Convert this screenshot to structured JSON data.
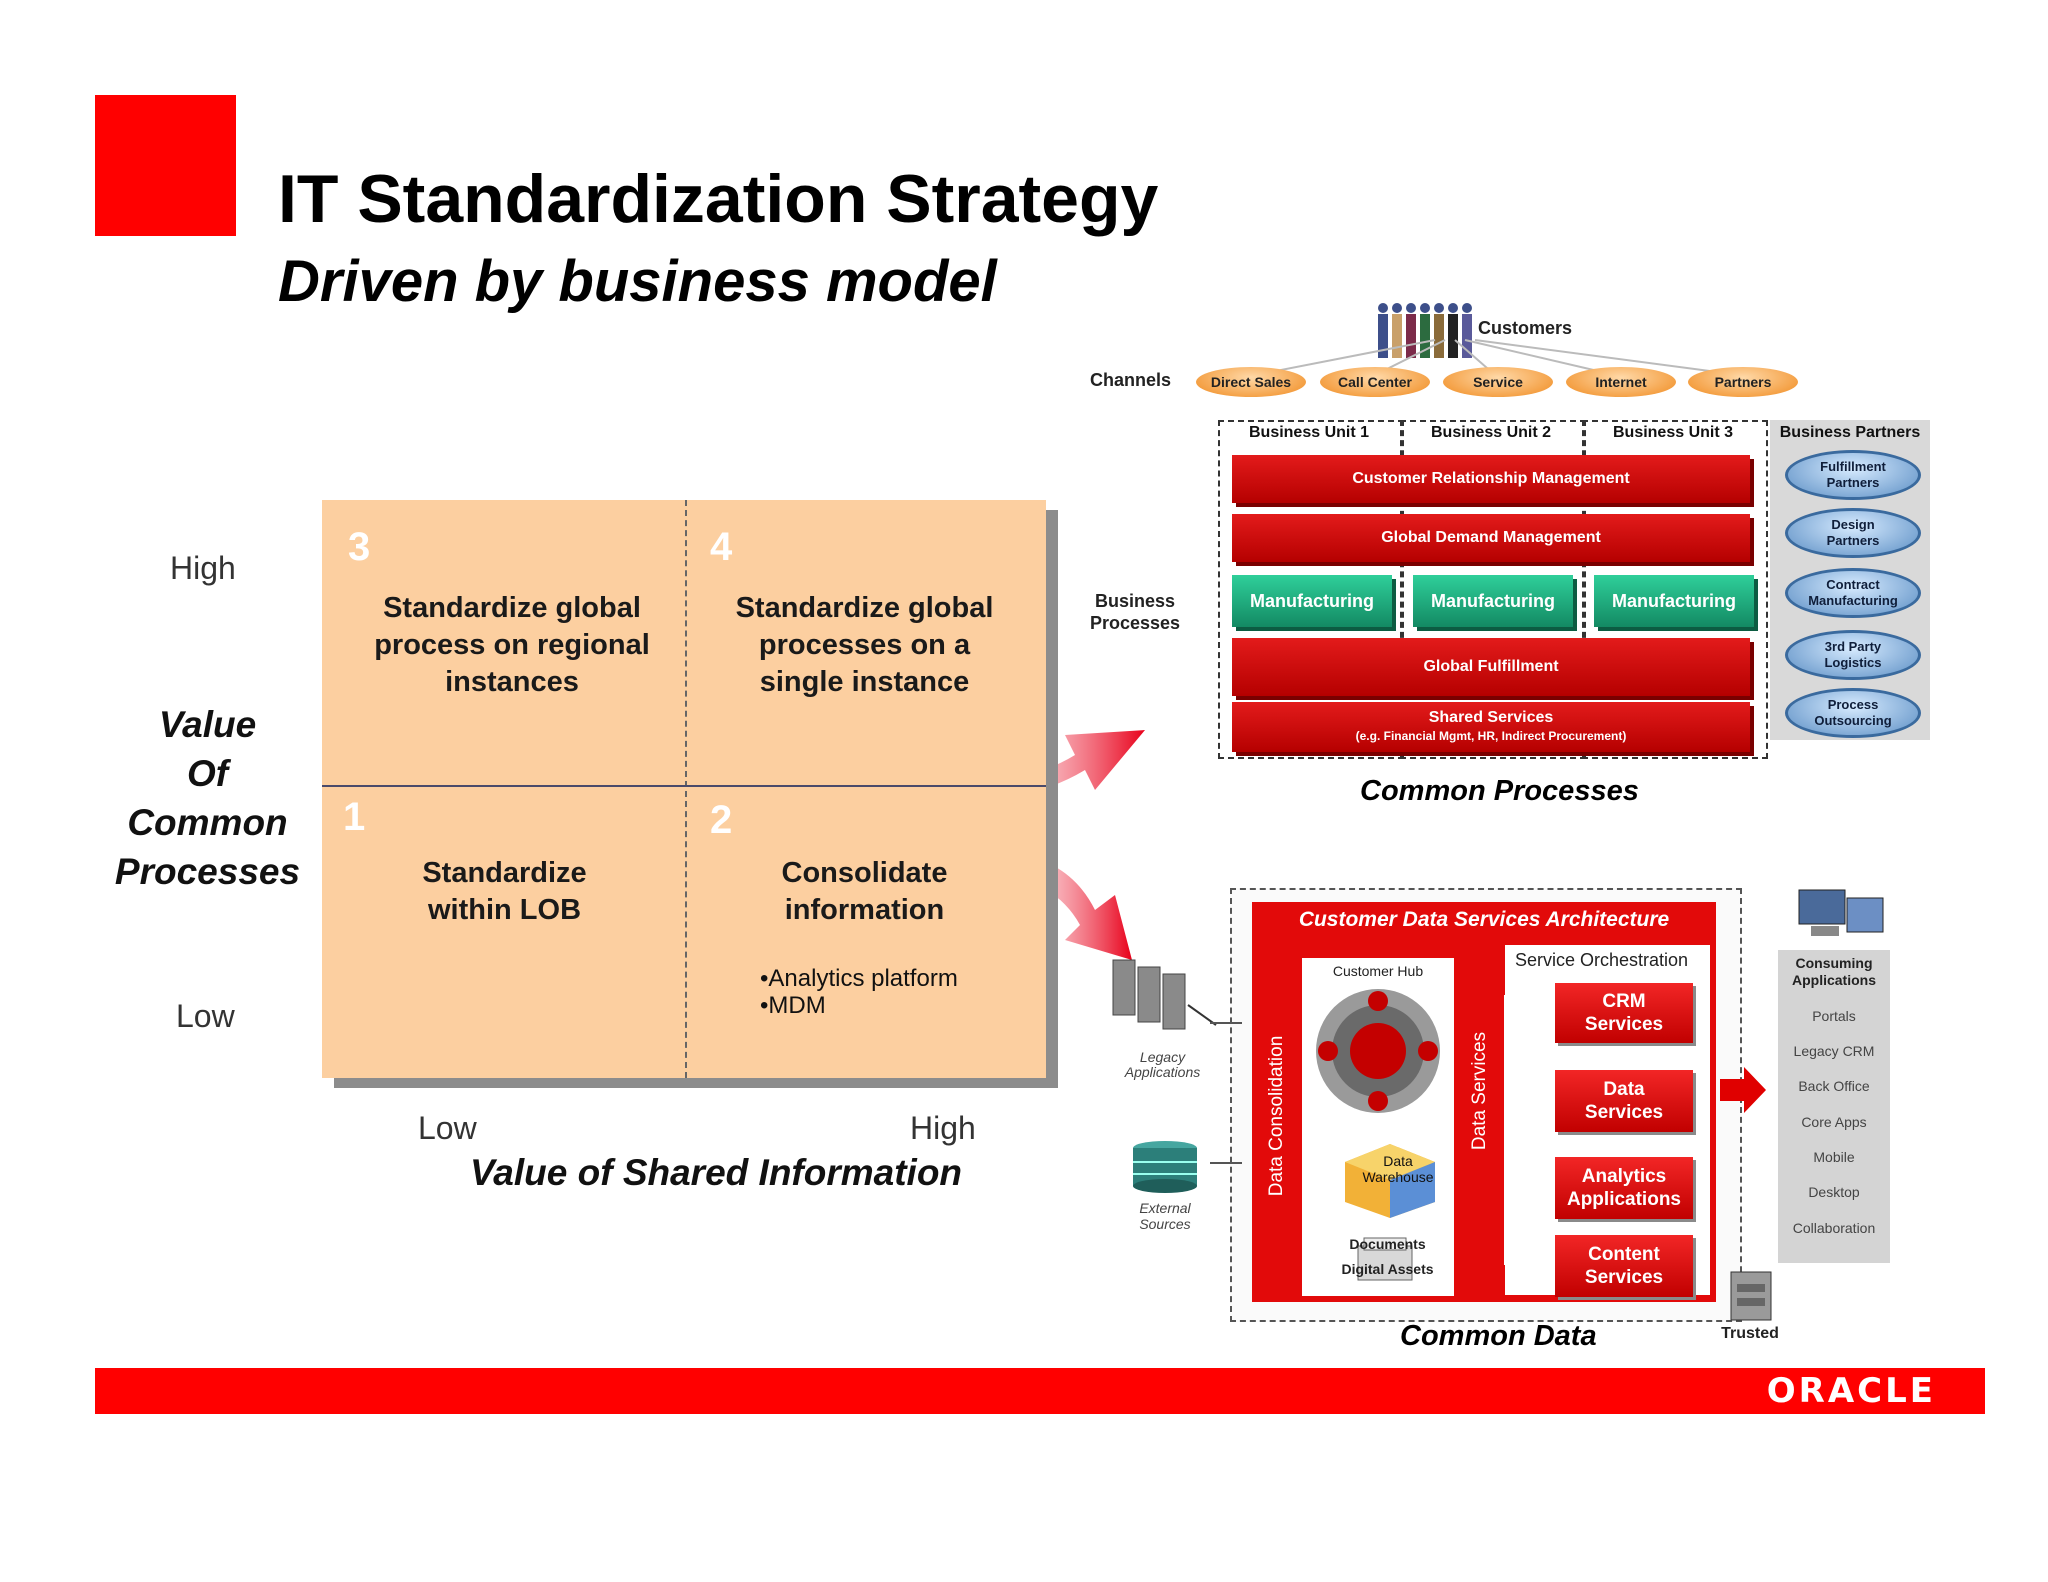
{
  "header": {
    "title": "IT Standardization Strategy",
    "subtitle": "Driven by business model"
  },
  "matrix": {
    "y_axis": {
      "high": "High",
      "low": "Low",
      "title_lines": [
        "Value",
        "Of",
        "Common",
        "Processes"
      ]
    },
    "x_axis": {
      "low": "Low",
      "high": "High",
      "title": "Value of Shared Information"
    },
    "quadrants": [
      {
        "number": "3",
        "lines": [
          "Standardize global",
          "process on regional",
          "instances"
        ]
      },
      {
        "number": "4",
        "lines": [
          "Standardize global",
          "processes on a",
          "single instance"
        ]
      },
      {
        "number": "1",
        "lines": [
          "Standardize",
          "within LOB"
        ]
      },
      {
        "number": "2",
        "lines": [
          "Consolidate",
          "information"
        ],
        "bullets": [
          "Analytics platform",
          "MDM"
        ]
      }
    ]
  },
  "common_processes": {
    "customers_label": "Customers",
    "channels_label": "Channels",
    "channels": [
      "Direct Sales",
      "Call Center",
      "Service",
      "Internet",
      "Partners"
    ],
    "business_processes_label": [
      "Business",
      "Processes"
    ],
    "business_units": [
      "Business Unit 1",
      "Business Unit 2",
      "Business Unit 3"
    ],
    "bars": {
      "crm": "Customer Relationship Management",
      "gdm": "Global Demand Management",
      "fulfillment": "Global Fulfillment",
      "shared": "Shared Services",
      "shared_sub": "(e.g. Financial Mgmt, HR, Indirect Procurement)"
    },
    "manufacturing": [
      "Manufacturing",
      "Manufacturing",
      "Manufacturing"
    ],
    "business_partners_label": "Business Partners",
    "partners": [
      [
        "Fulfillment",
        "Partners"
      ],
      [
        "Design",
        "Partners"
      ],
      [
        "Contract",
        "Manufacturing"
      ],
      [
        "3rd Party",
        "Logistics"
      ],
      [
        "Process",
        "Outsourcing"
      ]
    ],
    "caption": "Common Processes"
  },
  "common_data": {
    "title": "Customer Data Services Architecture",
    "legacy_label": [
      "Legacy",
      "Applications"
    ],
    "external_label": [
      "External",
      "Sources"
    ],
    "data_consolidation": "Data Consolidation",
    "data_services": "Data Services",
    "customer_hub": "Customer Hub",
    "data_warehouse": [
      "Data",
      "Warehouse"
    ],
    "documents": [
      "Documents",
      "Digital Assets"
    ],
    "service_orchestration": "Service Orchestration",
    "services": [
      [
        "CRM",
        "Services"
      ],
      [
        "Data",
        "Services"
      ],
      [
        "Analytics",
        "Applications"
      ],
      [
        "Content",
        "Services"
      ]
    ],
    "consuming_label": [
      "Consuming",
      "Applications"
    ],
    "consuming_items": [
      "Portals",
      "Legacy CRM",
      "Back Office",
      "Core Apps",
      "Mobile",
      "Desktop",
      "Collaboration"
    ],
    "trusted": "Trusted",
    "caption": "Common Data"
  },
  "footer": {
    "logo": "ORACLE"
  },
  "colors": {
    "brand_red": "#ff0000",
    "quadrant_fill": "#fccfa0",
    "bar_red": "#d10000",
    "mfg_green": "#1fae7e",
    "partner_blue": "#5b8ec4"
  }
}
